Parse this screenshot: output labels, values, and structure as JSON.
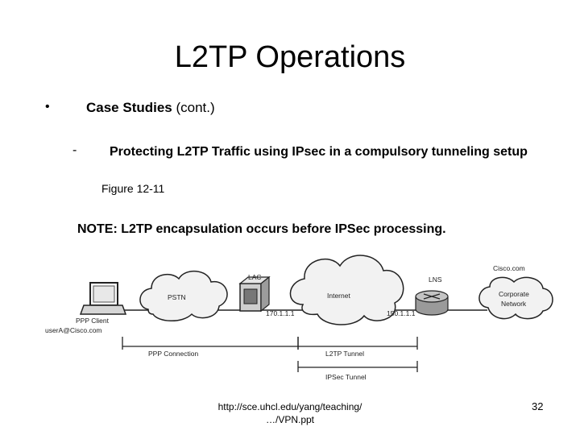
{
  "slide": {
    "title": "L2TP Operations",
    "bullet_symbol": "•",
    "case_bold": "Case Studies",
    "case_normal": " (cont.)",
    "dash_symbol": "-",
    "subpoint": "Protecting L2TP Traffic using IPsec in a compulsory tunneling setup",
    "figure_ref": "Figure 12-11",
    "note": "NOTE: L2TP encapsulation occurs before IPSec processing.",
    "footer_url_line1": "http://sce.uhcl.edu/yang/teaching/",
    "footer_url_line2": "…/VPN.ppt",
    "page_number": "32"
  },
  "diagram": {
    "pstn_label": "PSTN",
    "internet_label": "Internet",
    "lac_label": "LAC",
    "lns_label": "LNS",
    "cisco_com_label": "Cisco.com",
    "corp_line1": "Corporate",
    "corp_line2": "Network",
    "lac_ip": "170.1.1.1",
    "lns_ip": "150.1.1.1",
    "client_line1": "PPP Client",
    "client_line2": "userA@Cisco.com",
    "ppp_connection": "PPP Connection",
    "l2tp_tunnel": "L2TP Tunnel",
    "ipsec_tunnel": "IPSec Tunnel"
  }
}
